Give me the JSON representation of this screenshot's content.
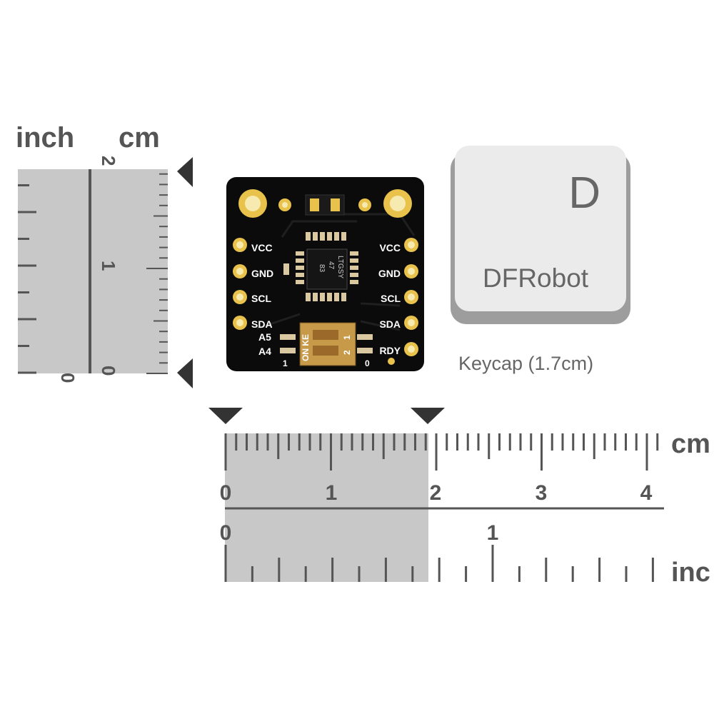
{
  "left_ruler": {
    "unit_inch": "inch",
    "unit_cm": "cm",
    "inch_labels": [
      "0"
    ],
    "cm_labels": [
      "2",
      "1",
      "0"
    ]
  },
  "bottom_ruler": {
    "unit_cm": "cm",
    "unit_inch": "inc",
    "cm_labels": [
      "0",
      "1",
      "2",
      "3",
      "4"
    ],
    "inch_labels": [
      "0",
      "1"
    ]
  },
  "board": {
    "left_pins": [
      "VCC",
      "GND",
      "SCL",
      "SDA"
    ],
    "right_pins": [
      "VCC",
      "GND",
      "SCL",
      "SDA",
      "RDY"
    ],
    "address_labels": [
      "A5",
      "A4"
    ],
    "switch_text": "ON KE",
    "switch_numbers": [
      "1",
      "2"
    ],
    "bottom_left": "1",
    "bottom_right": "0",
    "chip_marking": [
      "LTGSY",
      "47",
      "83"
    ]
  },
  "keycap": {
    "letter": "D",
    "brand": "DFRobot",
    "caption": "Keycap (1.7cm)"
  },
  "colors": {
    "ruler_gray": "#c8c8c8",
    "ruler_text": "#555555",
    "pcb_black": "#0b0b0b",
    "gold": "#e8c24a",
    "keycap": "#ebebeb"
  }
}
